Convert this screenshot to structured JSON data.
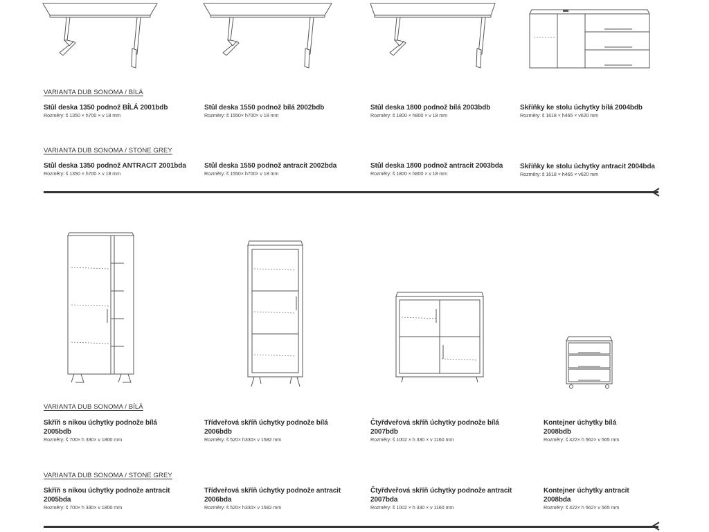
{
  "sections": [
    {
      "groups": [
        {
          "variant": "VARIANTA DUB SONOMA / BÍLÁ",
          "items": [
            {
              "name": "Stůl deska 1350 podnož BÍLÁ 2001bdb",
              "dims": "Rozměry: š 1350 × h700 × v 18 mm"
            },
            {
              "name": "Stůl deska 1550 podnož bílá 2002bdb",
              "dims": "Rozměry: š 1550× h700× v 18 mm"
            },
            {
              "name": "Stůl deska 1800 podnož bílá 2003bdb",
              "dims": "Rozměry: š 1800 × h800 × v 18 mm"
            },
            {
              "name": "Skříňky ke stolu úchytky bílá 2004bdb",
              "dims": "Rozměry: š 1618 × h465 × v620 mm"
            }
          ]
        },
        {
          "variant": "VARIANTA DUB SONOMA / STONE GREY",
          "items": [
            {
              "name": "Stůl deska 1350 podnož ANTRACIT 2001bda",
              "dims": "Rozměry: š 1350 × h700 × v 18 mm"
            },
            {
              "name": "Stůl deska 1550 podnož antracit 2002bda",
              "dims": "Rozměry: š 1550× h700× v 18 mm"
            },
            {
              "name": "Stůl deska 1800 podnož antracit 2003bda",
              "dims": "Rozměry: š 1800 × h800 × v 18 mm"
            },
            {
              "name": "Skříňky ke stolu úchytky antracit 2004bda",
              "dims": "Rozměry: š 1618 × h465 × v620 mm"
            }
          ]
        }
      ]
    },
    {
      "groups": [
        {
          "variant": "VARIANTA DUB SONOMA / BÍLÁ",
          "items": [
            {
              "name": "Skříň s nikou úchytky podnože bílá 2005bdb",
              "dims": "Rozměry: š 700× h 330× v 1800 mm"
            },
            {
              "name": "Třídveřová skříň úchytky podnože bílá 2006bdb",
              "dims": "Rozměry: š 520× h330× v 1582 mm"
            },
            {
              "name": "Čtyřdveřová skříň úchytky podnože bílá 2007bdb",
              "dims": "Rozměry: š 1002 × h 330 × v 1160 mm"
            },
            {
              "name": "Kontejner úchytky bílá 2008bdb",
              "dims": "Rozměry: š 422× h 562× v 565 mm"
            }
          ]
        },
        {
          "variant": "VARIANTA DUB SONOMA / STONE GREY",
          "items": [
            {
              "name": "Skříň s nikou úchytky podnože antracit 2005bda",
              "dims": "Rozměry: š 700× h 330× v 1800 mm"
            },
            {
              "name": "Třídveřová skříň úchytky podnože antracit 2006bda",
              "dims": "Rozměry: š 520× h330× v 1582 mm"
            },
            {
              "name": "Čtyřdveřová skříň úchytky podnože antracit 2007bda",
              "dims": "Rozměry: š 1002 × h 330 × v 1160 mm"
            },
            {
              "name": "Kontejner úchytky antracit 2008bda",
              "dims": "Rozměry: š 422× h 562× v 565 mm"
            }
          ]
        }
      ]
    }
  ]
}
